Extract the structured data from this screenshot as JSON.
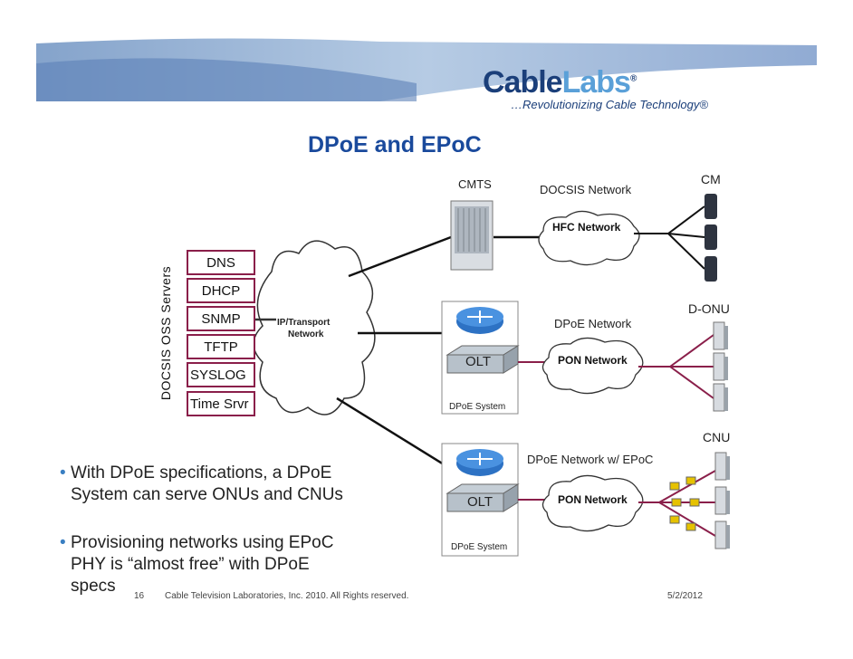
{
  "logo": {
    "brand_part1": "Cable",
    "brand_part2": "Labs",
    "registered": "®",
    "tagline": "…Revolutionizing Cable Technology®"
  },
  "slide": {
    "title": "DPoE and EPoC"
  },
  "oss": {
    "group_label": "DOCSIS OSS Servers",
    "servers": [
      "DNS",
      "DHCP",
      "SNMP",
      "TFTP",
      "SYSLOG",
      "Time Srvr"
    ]
  },
  "core": {
    "cloud_label_line1": "IP/Transport",
    "cloud_label_line2": "Network"
  },
  "row1": {
    "device": "CMTS",
    "network": "DOCSIS Network",
    "cloud": "HFC Network",
    "endpoint": "CM"
  },
  "row2": {
    "device": "OLT",
    "system": "DPoE System",
    "network": "DPoE Network",
    "cloud": "PON Network",
    "endpoint": "D-ONU"
  },
  "row3": {
    "device": "OLT",
    "system": "DPoE System",
    "network": "DPoE Network w/ EPoC",
    "cloud": "PON Network",
    "endpoint": "CNU"
  },
  "bullets": [
    {
      "line1": "With DPoE specifications, a DPoE",
      "line2": "System can serve ONUs and CNUs"
    },
    {
      "line1": "Provisioning networks using EPoC",
      "line2": "PHY is “almost free” with DPoE",
      "line3": "specs"
    }
  ],
  "footer": {
    "page": "16",
    "copyright": "Cable Television Laboratories, Inc. 2010.  All Rights reserved.",
    "date": "5/2/2012"
  },
  "colors": {
    "title": "#1a4a9c",
    "server_border": "#8a1f4a",
    "pon_line": "#8a1f4a",
    "band": "#8aa8cc"
  }
}
